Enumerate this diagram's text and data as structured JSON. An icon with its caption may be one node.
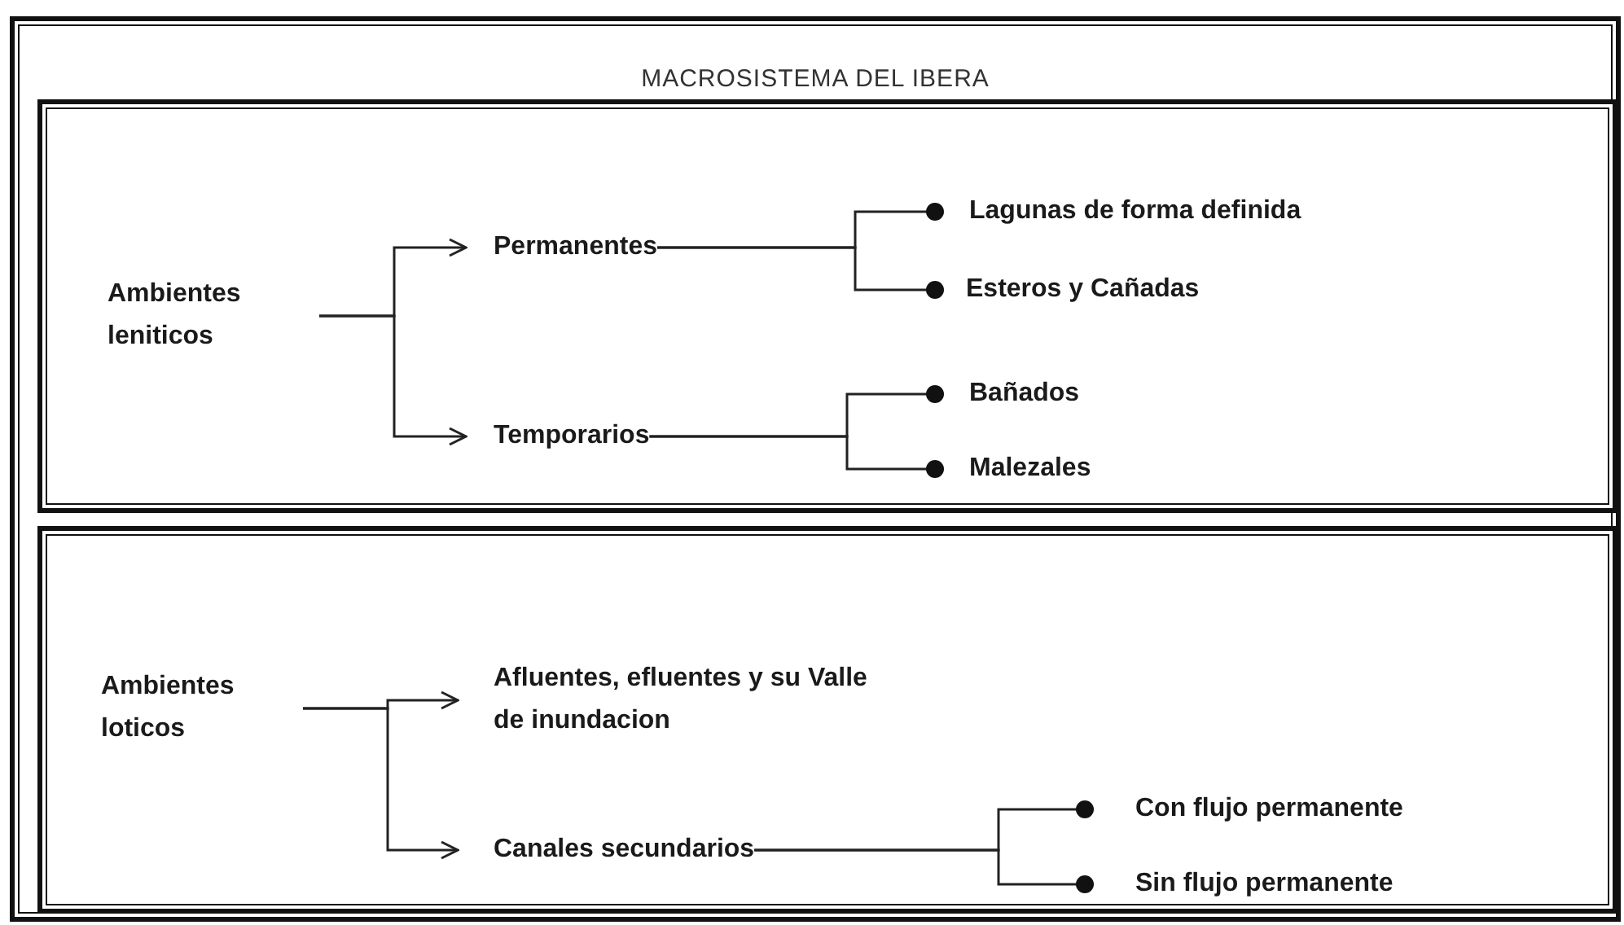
{
  "diagram": {
    "title": "MACROSISTEMA DEL IBERA",
    "nodes": [
      {
        "text": [],
        "shape": "box"
      },
      {
        "text": [],
        "shape": "box",
        "in": 0
      },
      {
        "text": [
          "Ambientes leniticos"
        ],
        "in": 1
      },
      {
        "text": [
          "Permanentes"
        ],
        "in": 1
      },
      {
        "text": [
          "Temporarios"
        ],
        "in": 1
      },
      {
        "text": [
          "Lagunas de forma definida"
        ],
        "in": 1
      },
      {
        "text": [
          "Esteros y Cañadas"
        ],
        "in": 1
      },
      {
        "text": [
          "Bañados"
        ],
        "in": 1
      },
      {
        "text": [
          "Malezales"
        ],
        "in": 1
      },
      {
        "text": [],
        "shape": "box",
        "in": 0
      },
      {
        "text": [
          "Ambientes loticos"
        ],
        "in": 9
      },
      {
        "text": [
          "Afluentes, efluentes y su Valle de inundacion"
        ],
        "in": 9
      },
      {
        "text": [
          "Canales secundarios"
        ],
        "in": 9
      },
      {
        "text": [
          "Con flujo permanente"
        ],
        "in": 9
      },
      {
        "text": [
          "Sin flujo permanente"
        ],
        "in": 9
      }
    ],
    "edges": [
      {
        "from": 2,
        "to": 3,
        "arrow": "to"
      },
      {
        "from": 2,
        "to": 4,
        "arrow": "to"
      },
      {
        "from": 3,
        "to": 5,
        "arrow": "other"
      },
      {
        "from": 3,
        "to": 6,
        "arrow": "other"
      },
      {
        "from": 4,
        "to": 7,
        "arrow": "other"
      },
      {
        "from": 4,
        "to": 8,
        "arrow": "other"
      },
      {
        "from": 10,
        "to": 11,
        "arrow": "to"
      },
      {
        "from": 10,
        "to": 12,
        "arrow": "to"
      },
      {
        "from": 12,
        "to": 13,
        "arrow": "other"
      },
      {
        "from": 12,
        "to": 14,
        "arrow": "other"
      }
    ]
  }
}
